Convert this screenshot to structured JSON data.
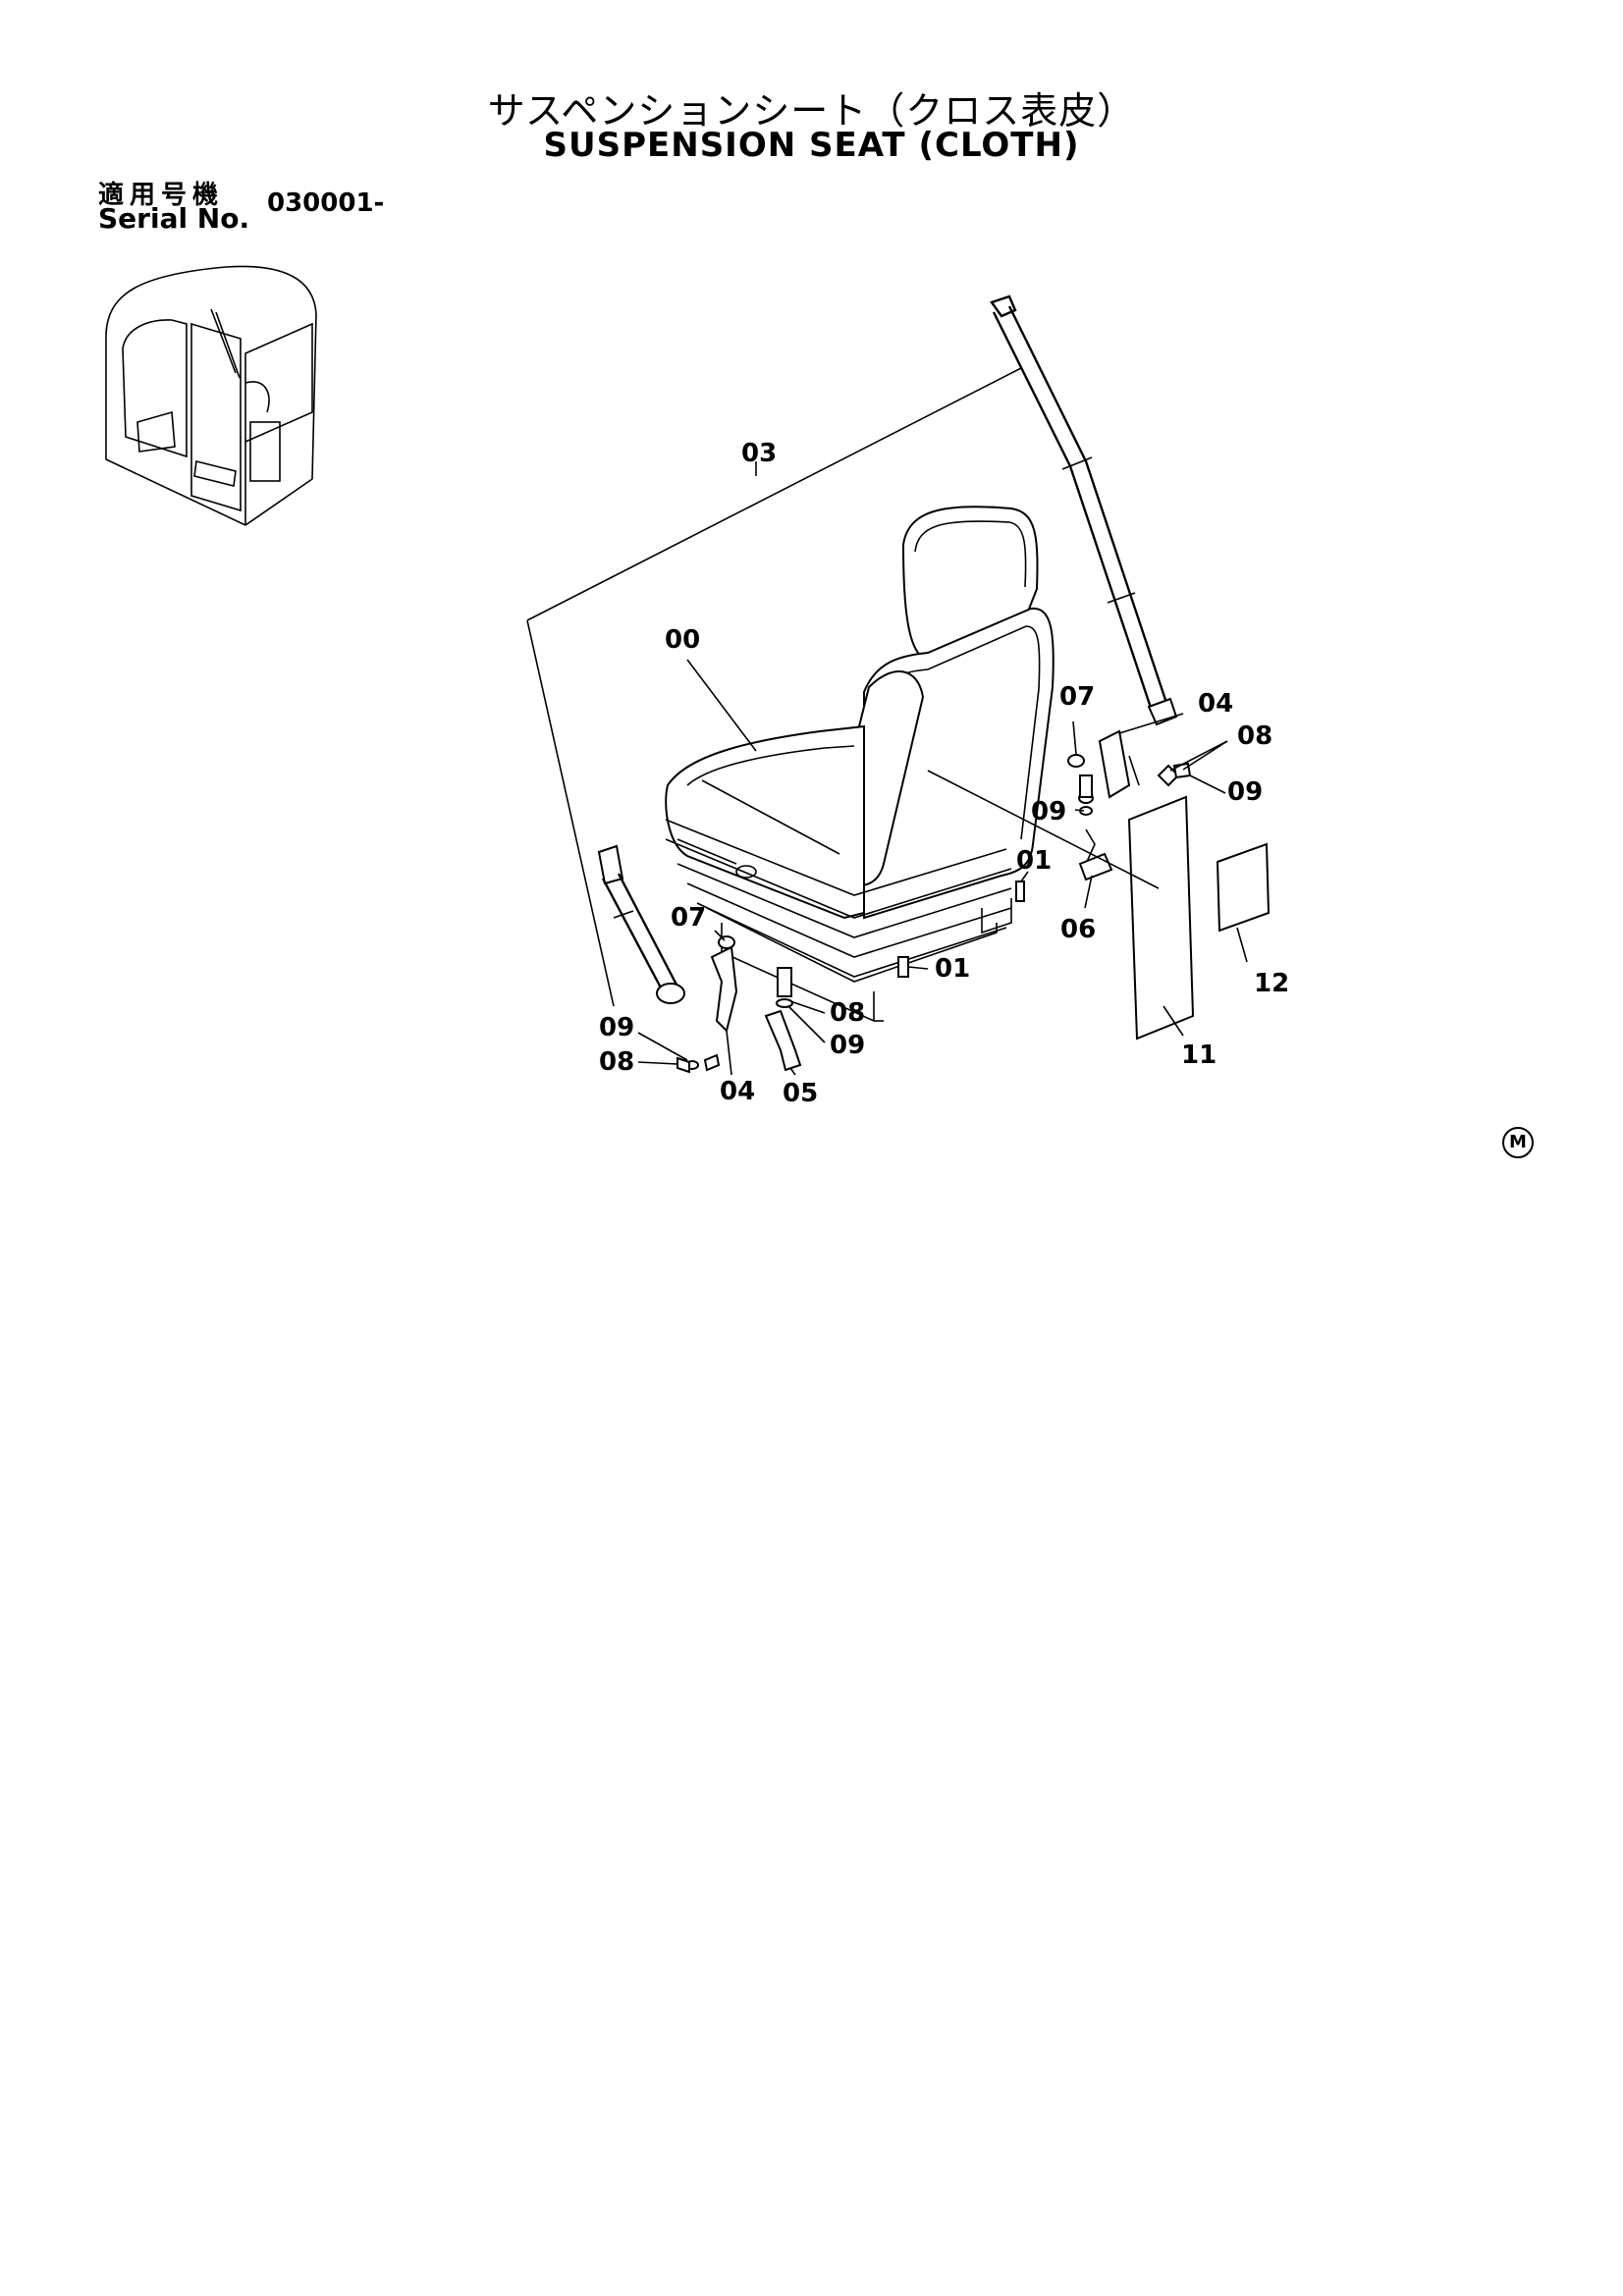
{
  "header": {
    "title_jp": "サスペンションシート（クロス表皮）",
    "title_en": "SUSPENSION SEAT (CLOTH)"
  },
  "serial": {
    "label_jp": "適用号機",
    "label_en": "Serial No.",
    "value": "030001-"
  },
  "diagram": {
    "part_labels": {
      "p00": "00",
      "p01a": "01",
      "p01b": "01",
      "p03": "03",
      "p04a": "04",
      "p04b": "04",
      "p05": "05",
      "p06": "06",
      "p07a": "07",
      "p07b": "07",
      "p08a": "08",
      "p08b": "08",
      "p08c": "08",
      "p09a": "09",
      "p09b": "09",
      "p09c": "09",
      "p09d": "09",
      "p11": "11",
      "p12": "12"
    },
    "mark": "M"
  }
}
